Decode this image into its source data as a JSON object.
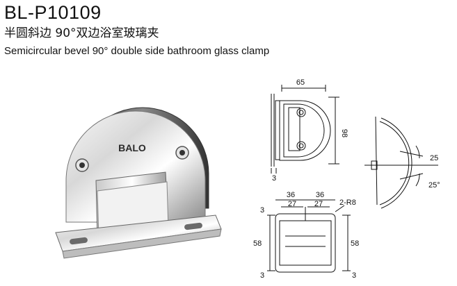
{
  "header": {
    "model": "BL-P10109",
    "name_cn": "半圆斜边 90°双边浴室玻璃夹",
    "name_en": "Semicircular bevel 90° double side bathroom glass clamp"
  },
  "product": {
    "brand": "BALO"
  },
  "drawing": {
    "front": {
      "width": "65",
      "height": "98",
      "offset": "3"
    },
    "side": {
      "angle_top": "25",
      "angle_bottom": "25°"
    },
    "bottom": {
      "left_outer": "36",
      "left_inner": "27",
      "right_outer": "36",
      "right_inner": "27",
      "radius": "2-R8",
      "height_left": "58",
      "height_right": "58",
      "top_left": "3",
      "bottom_left": "3",
      "bottom_right": "3"
    }
  }
}
